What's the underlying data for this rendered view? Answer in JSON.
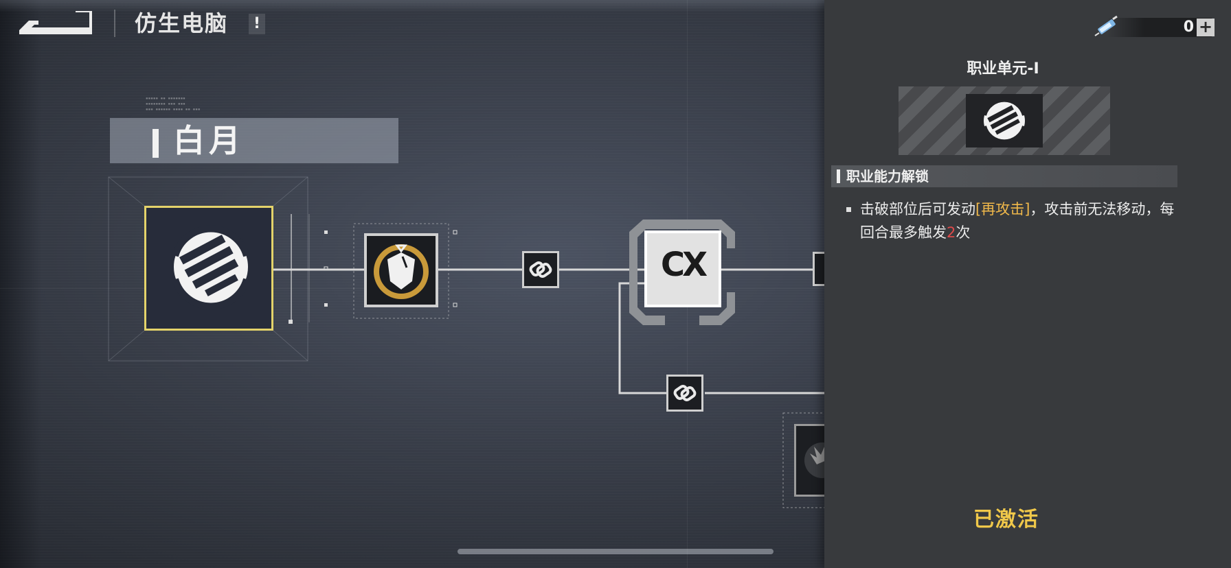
{
  "header": {
    "title": "仿生电脑",
    "alert": "!"
  },
  "character": {
    "name": "白月"
  },
  "currency": {
    "amount": "0",
    "add_label": "+"
  },
  "detail": {
    "title": "职业单元-Ⅰ",
    "section_label": "职业能力解锁",
    "desc_prefix": "击破部位后可发动",
    "desc_highlight": "[再攻击]",
    "desc_middle": "，攻击前无法移动，每回合最多触发",
    "desc_count": "2",
    "desc_suffix": "次",
    "status": "已激活"
  },
  "tree": {
    "cx_node_label": "CX"
  },
  "colors": {
    "selected_border": "#e4d36a",
    "highlight_text": "#f0b84a",
    "count_text": "#e04a4a",
    "status_text": "#f0c84a",
    "shield_ring": "#c99a3a"
  },
  "icons": {
    "back": "back-arrow-icon",
    "fist": "fist-icon",
    "shield": "shield-badge-icon",
    "link": "chain-link-icon",
    "currency": "syringe-icon",
    "burst": "burst-icon"
  }
}
